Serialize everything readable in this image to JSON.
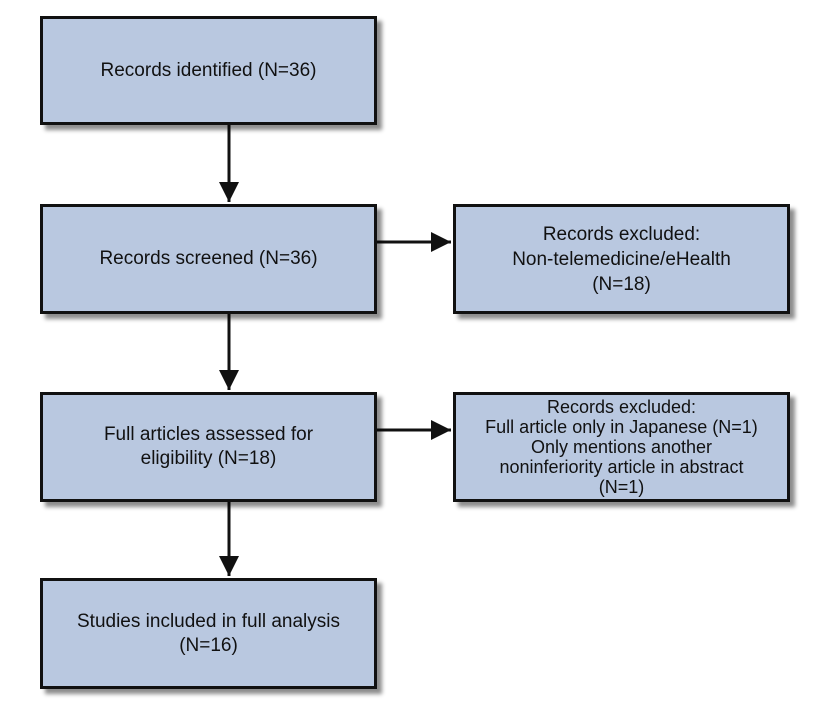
{
  "boxes": {
    "identified": {
      "lines": [
        "Records identified (N=36)"
      ]
    },
    "screened": {
      "lines": [
        "Records screened (N=36)"
      ]
    },
    "assessed": {
      "lines": [
        "Full articles assessed for",
        "eligibility (N=18)"
      ]
    },
    "included": {
      "lines": [
        "Studies included in full analysis",
        "(N=16)"
      ]
    },
    "excluded_1": {
      "lines": [
        "Records excluded:",
        "Non-telemedicine/eHealth",
        "(N=18)"
      ]
    },
    "excluded_2": {
      "lines": [
        "Records excluded:",
        "Full article only in Japanese (N=1)",
        "Only mentions another",
        "noninferiority article in abstract",
        "(N=1)"
      ]
    }
  },
  "colors": {
    "box_fill": "#b9c8e0",
    "border": "#111111",
    "arrow": "#111111"
  }
}
